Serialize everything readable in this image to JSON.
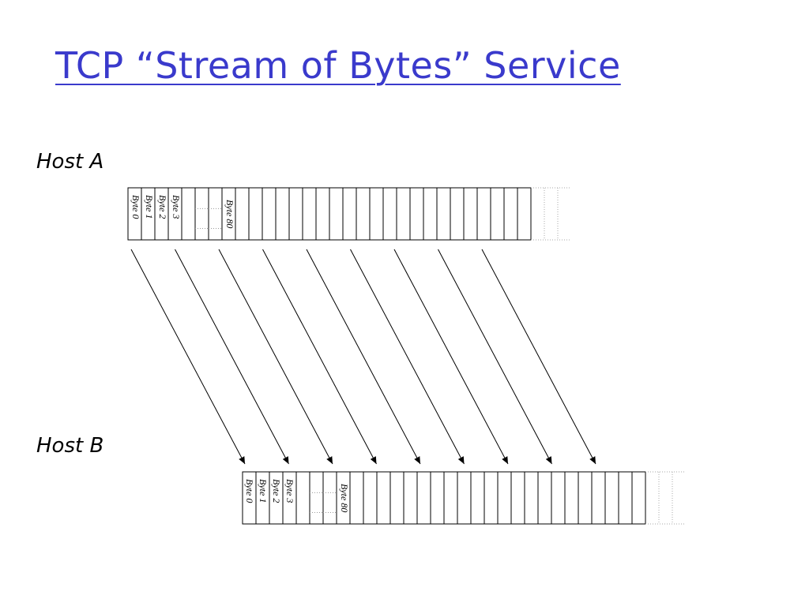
{
  "slide": {
    "title": "TCP “Stream of Bytes” Service",
    "title_color": "#3a3acc"
  },
  "host_a": {
    "label": "Host A",
    "byte_labels": [
      "Byte 0",
      "Byte 1",
      "Byte 2",
      "Byte 3",
      "Byte 80"
    ]
  },
  "host_b": {
    "label": "Host B",
    "byte_labels": [
      "Byte 0",
      "Byte 1",
      "Byte 2",
      "Byte 3",
      "Byte 80"
    ]
  }
}
